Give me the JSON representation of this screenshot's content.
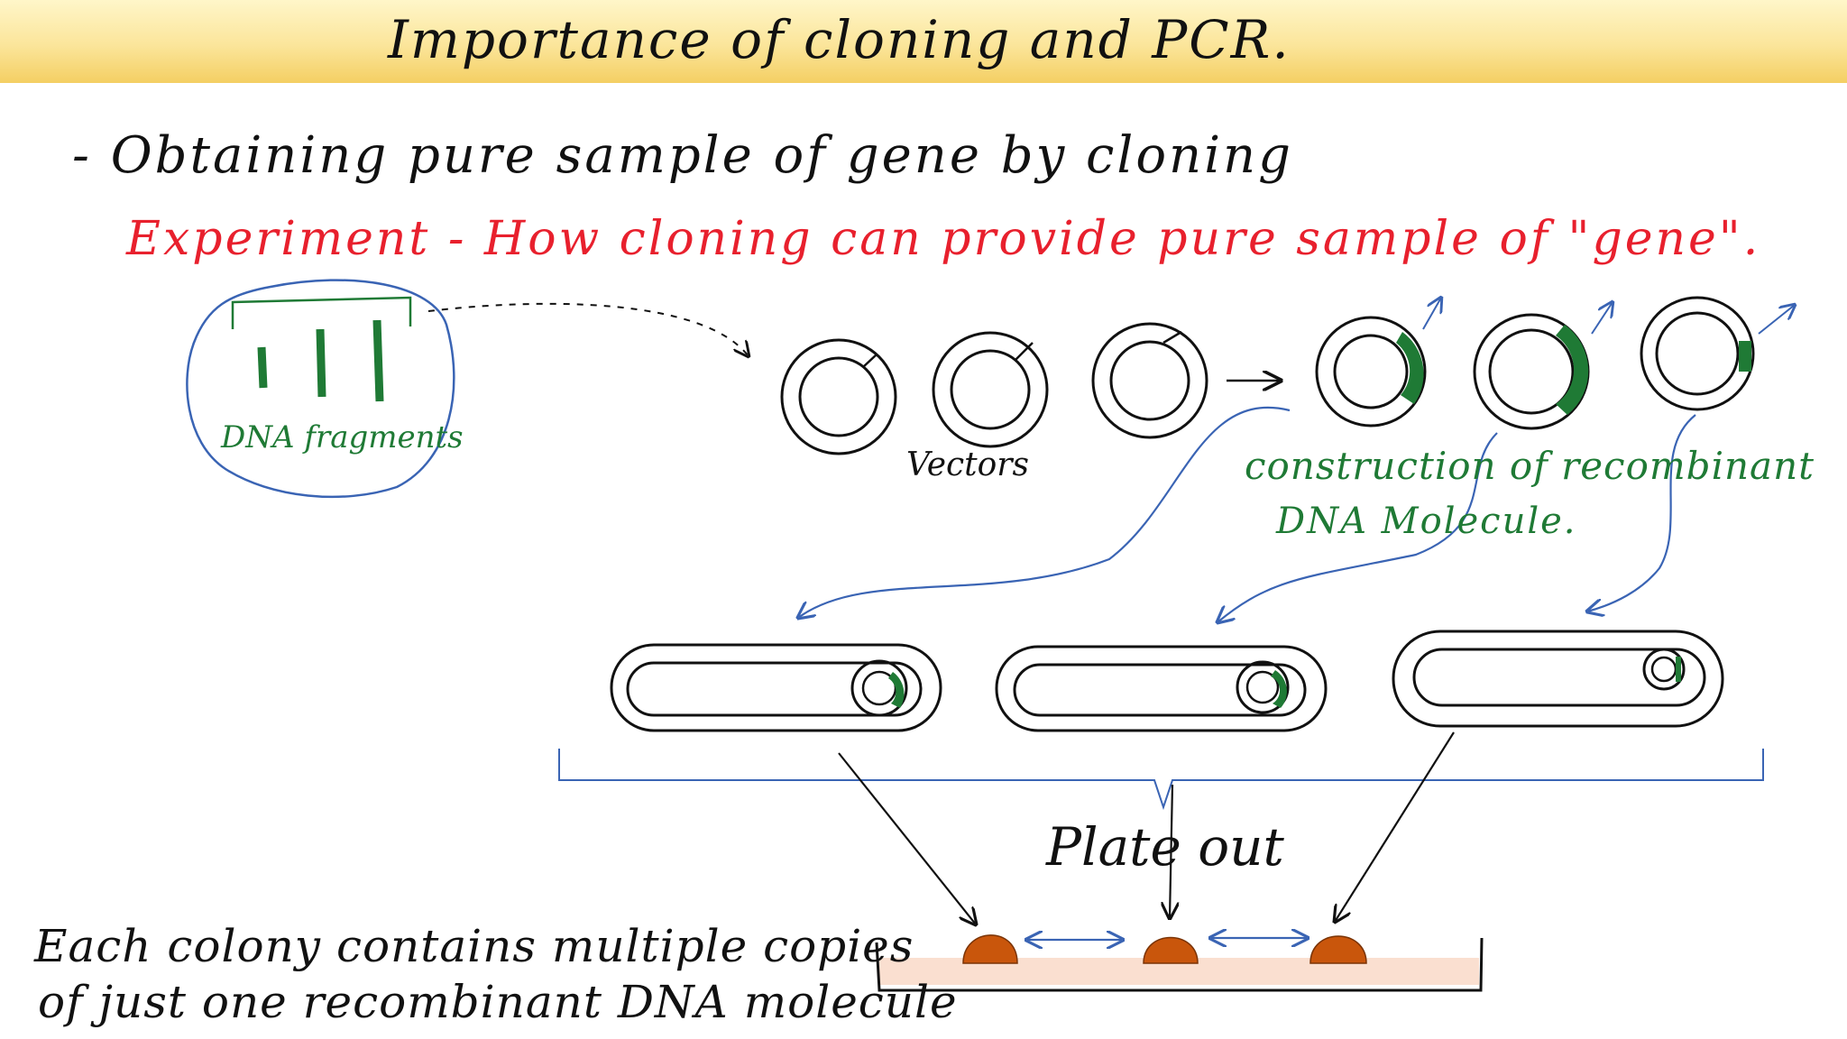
{
  "title": "Importance of cloning and PCR.",
  "heading": "- Obtaining pure sample of gene by cloning",
  "experiment": "Experiment - How cloning can provide pure sample of \"gene\".",
  "labels": {
    "dna_fragments": "DNA fragments",
    "vectors": "Vectors",
    "construction": "construction of recombinant",
    "construction_2": "DNA Molecule.",
    "plate_out": "Plate out"
  },
  "colony_note": {
    "line1": "Each colony contains multiple copies",
    "line2": "of just one recombinant DNA molecule"
  },
  "colors": {
    "title_band": "#f7d97a",
    "red_text": "#e8202d",
    "green": "#1f7a35",
    "blue_lines": "#3a64b4",
    "colony": "#c9560c",
    "plate_tint": "#f9d9c8"
  }
}
